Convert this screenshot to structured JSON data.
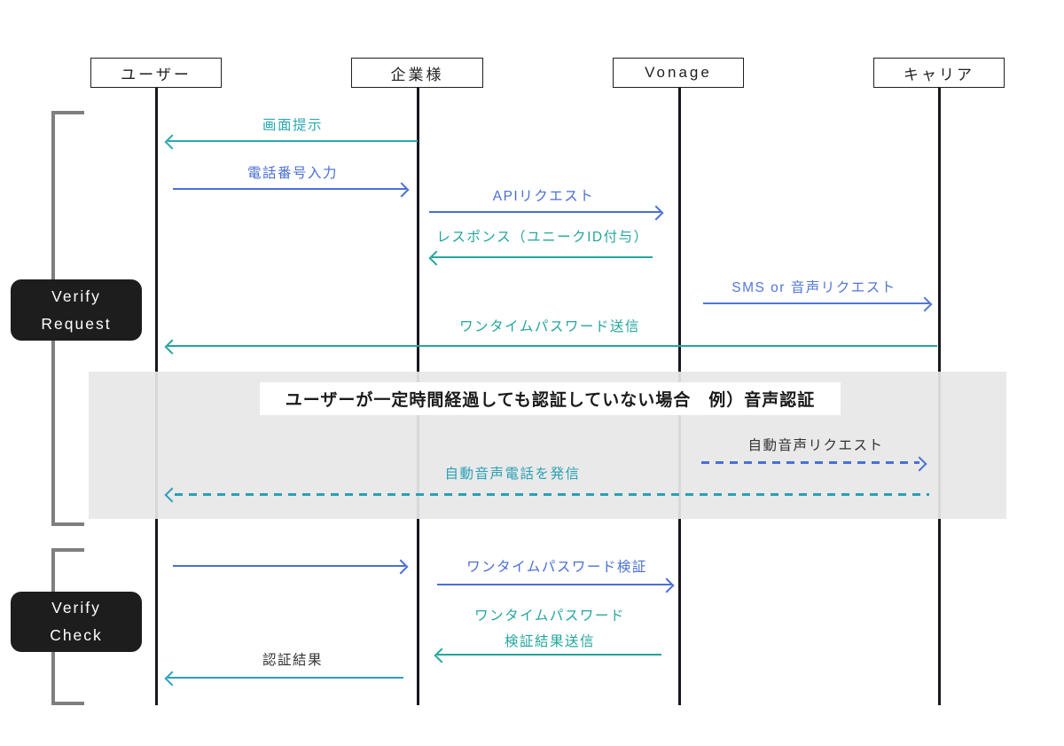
{
  "diagram": {
    "type": "sequence-diagram",
    "actors": [
      {
        "label": "ユーザー"
      },
      {
        "label": "企業様"
      },
      {
        "label": "Vonage"
      },
      {
        "label": "キャリア"
      }
    ],
    "phases": [
      {
        "line1": "Verify",
        "line2": "Request"
      },
      {
        "line1": "Verify",
        "line2": "Check"
      }
    ],
    "alt_section": {
      "title": "ユーザーが一定時間経過しても認証していない場合　例）音声認証"
    },
    "messages": [
      {
        "label": "画面提示",
        "from": "企業様",
        "to": "ユーザー",
        "direction": "left",
        "line_style": "solid",
        "color": "#2BA7B1"
      },
      {
        "label": "電話番号入力",
        "from": "ユーザー",
        "to": "企業様",
        "direction": "right",
        "line_style": "solid",
        "color": "#4A6FD4"
      },
      {
        "label": "APIリクエスト",
        "from": "企業様",
        "to": "Vonage",
        "direction": "right",
        "line_style": "solid",
        "color": "#4A6FD4"
      },
      {
        "label": "レスポンス（ユニークID付与）",
        "from": "Vonage",
        "to": "企業様",
        "direction": "left",
        "line_style": "solid",
        "color": "#23A69C"
      },
      {
        "label": "SMS or 音声リクエスト",
        "from": "Vonage",
        "to": "キャリア",
        "direction": "right",
        "line_style": "solid",
        "color": "#5377D8"
      },
      {
        "label": "ワンタイムパスワード送信",
        "from": "キャリア",
        "to": "ユーザー",
        "direction": "left",
        "line_style": "solid",
        "color": "#23A69C"
      },
      {
        "label": "自動音声リクエスト",
        "from": "Vonage",
        "to": "キャリア",
        "direction": "right",
        "line_style": "dashed",
        "color": "#4A6FD4",
        "label_color": "#333333"
      },
      {
        "label": "自動音声電話を発信",
        "from": "キャリア",
        "to": "ユーザー",
        "direction": "left",
        "line_style": "dashed",
        "color": "#2BA0B5"
      },
      {
        "label": "",
        "from": "ユーザー",
        "to": "企業様",
        "direction": "right",
        "line_style": "solid",
        "color": "#4A6FD4"
      },
      {
        "label": "ワンタイムパスワード検証",
        "from": "企業様",
        "to": "Vonage",
        "direction": "right",
        "line_style": "solid",
        "color": "#4A6FD4"
      },
      {
        "label_line1": "ワンタイムパスワード",
        "label_line2": "検証結果送信",
        "from": "Vonage",
        "to": "企業様",
        "direction": "left",
        "line_style": "solid",
        "color": "#23A69C"
      },
      {
        "label": "認証結果",
        "from": "企業様",
        "to": "ユーザー",
        "direction": "left",
        "line_style": "solid",
        "color": "#2F9EC5",
        "label_color": "#333333"
      }
    ],
    "colors": {
      "teal": "#2BA7B1",
      "teal_green": "#23A69C",
      "teal_dashed": "#2BA0B5",
      "blue": "#4A6FD4",
      "blue_light": "#5377D8",
      "cyan_blue": "#2F9EC5",
      "badge_background": "#1D1D1D",
      "bracket_gray": "#7F7F7F",
      "band_gray": "#E7E7E7",
      "lifeline_black": "#17171D"
    }
  }
}
